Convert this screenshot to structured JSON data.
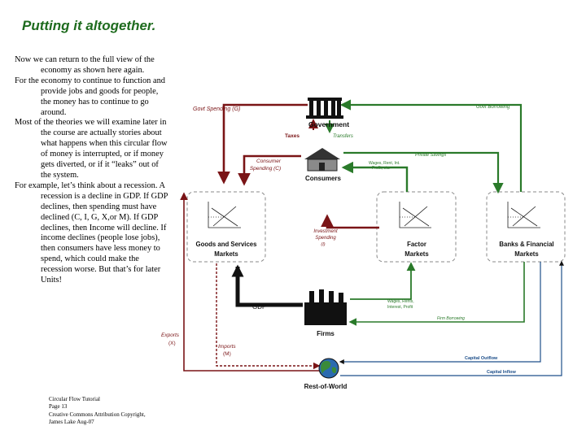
{
  "title": "Putting it altogether.",
  "paragraphs": [
    "Now we can return to the full view of the economy as shown here again.",
    "For the economy to continue to function and provide jobs and goods for people, the money has to continue to go around.",
    "Most of the theories we will examine later in the course are actually stories about what happens when this circular flow of money is interrupted, or if money gets diverted, or if it “leaks” out of the system.",
    "For example, let’s think about a recession.  A recession is a decline in GDP. If GDP declines, then spending must have declined (C, I, G, X,or M). If GDP declines, then Income will decline. If income declines (people lose jobs), then consumers have less money to spend, which could make the recession worse. But that’s for later Units!"
  ],
  "footer": [
    "Circular Flow Tutorial",
    "Page 13",
    "Creative Commons Attribution Copyright,",
    "James Lake Aug-07"
  ],
  "diagram": {
    "nodes": {
      "government": "Government",
      "consumers": "Consumers",
      "goods_services_line1": "Goods and Services",
      "goods_services_line2": "Markets",
      "factor_line1": "Factor",
      "factor_line2": "Markets",
      "banks_line1": "Banks & Financial",
      "banks_line2": "Markets",
      "firms": "Firms",
      "rest_of_world": "Rest-of-World"
    },
    "flows": {
      "govt_spending": "Govt Spending (G)",
      "govt_spending_right": "Govt Borrowing",
      "taxes": "Taxes",
      "transfers": "Transfers",
      "consumer_spending_line1": "Consumer",
      "consumer_spending_line2": "Spending (C)",
      "private_savings": "Private Savings",
      "income_line1": "Wages, Rent, Int.",
      "income_line2": "Profit, etc.",
      "investment_spending_line1": "Investment",
      "investment_spending_line2": "Spending",
      "investment_spending_line3": "(I)",
      "gdp": "GDP",
      "firm_payments_line1": "Wages, Rents,",
      "firm_payments_line2": "Interest, Profit",
      "firm_borrowing": "Firm Borrowing",
      "exports_line1": "Exports",
      "exports_line2": "(X)",
      "imports_line1": "Imports",
      "imports_line2": "(M)",
      "capital_outflow": "Capital Outflow",
      "capital_inflow": "Capital Inflow"
    },
    "colors": {
      "spending": "#7a1416",
      "income": "#2a7a2a",
      "product": "#111111",
      "title": "#1e6b1e"
    }
  }
}
